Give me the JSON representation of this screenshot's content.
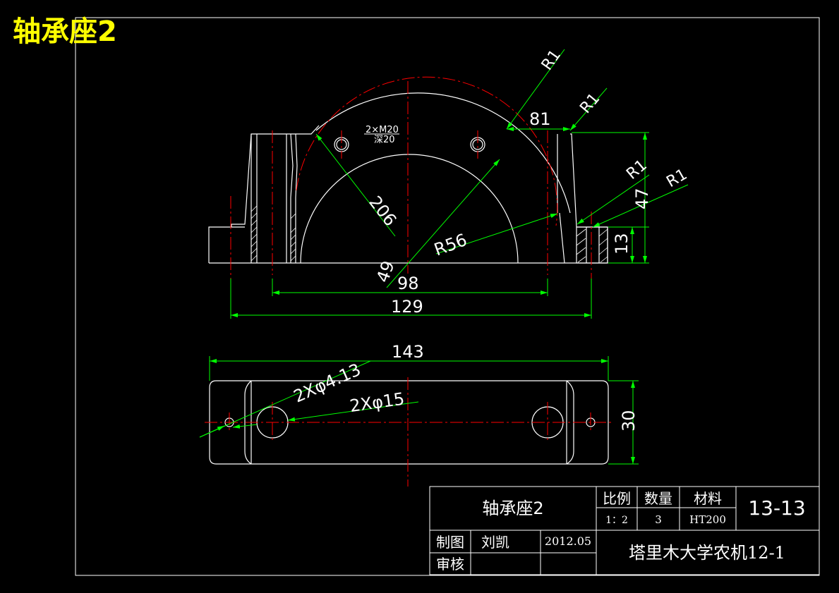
{
  "title": "轴承座2",
  "colors": {
    "background": "#000000",
    "outline": "#ffffff",
    "center": "#ff0000",
    "dimension": "#00ff00",
    "title_text": "#ffff00"
  },
  "dimensions": {
    "top_width": "81",
    "tapped_holes_line1": "2×M20",
    "tapped_holes_line2": "深20",
    "radius_top1": "R1",
    "radius_top2": "R1",
    "radius_right1": "R1",
    "radius_right2": "R1",
    "diameter_pcd": "206",
    "bore_radius": "R56",
    "base_offset": "49",
    "inner_span": "98",
    "overall_length": "129",
    "height_47": "47",
    "height_13": "13",
    "plan_length": "143",
    "small_holes": "2Xφ4.13",
    "large_holes": "2Xφ15",
    "plan_width": "30"
  },
  "title_block": {
    "part_name": "轴承座2",
    "scale_label": "比例",
    "qty_label": "数量",
    "material_label": "材料",
    "scale_value": "1：2",
    "qty_value": "3",
    "material_value": "HT200",
    "drawing_no": "13-13",
    "drawn_label": "制图",
    "drawn_by": "刘凯",
    "date": "2012.05",
    "check_label": "审核",
    "school": "塔里木大学农机12-1"
  }
}
